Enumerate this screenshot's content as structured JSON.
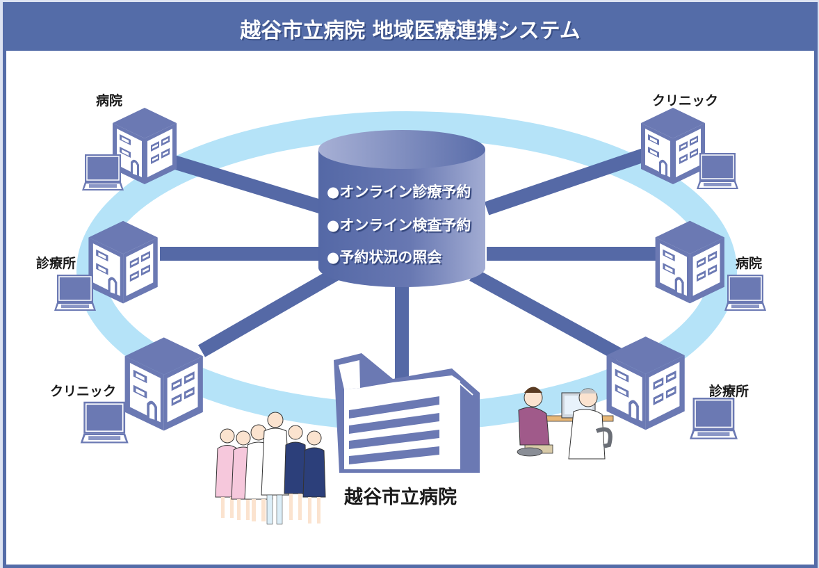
{
  "title": "越谷市立病院 地域医療連携システム",
  "colors": {
    "frame": "#546ca8",
    "ring": "#b5e3f8",
    "link": "#5569a6",
    "building": "#6b79b3",
    "background": "#dde3f2"
  },
  "database": {
    "icon": "database-cylinder-icon",
    "items": [
      "●オンライン診療予約",
      "●オンライン検査予約",
      "●予約状況の照会"
    ]
  },
  "center": {
    "label": "越谷市立病院",
    "icon": "main-hospital-building-icon"
  },
  "nodes": [
    {
      "label": "病院",
      "position": "top-left",
      "icon": "building-icon"
    },
    {
      "label": "クリニック",
      "position": "top-right",
      "icon": "building-icon"
    },
    {
      "label": "診療所",
      "position": "middle-left",
      "icon": "building-icon"
    },
    {
      "label": "病院",
      "position": "middle-right",
      "icon": "building-icon"
    },
    {
      "label": "クリニック",
      "position": "bottom-left",
      "icon": "building-icon"
    },
    {
      "label": "診療所",
      "position": "bottom-right",
      "icon": "building-icon"
    }
  ],
  "illustrations": [
    {
      "name": "medical-staff-group",
      "icon": "staff-illustration"
    },
    {
      "name": "doctor-patient-consultation",
      "icon": "consultation-illustration"
    }
  ]
}
